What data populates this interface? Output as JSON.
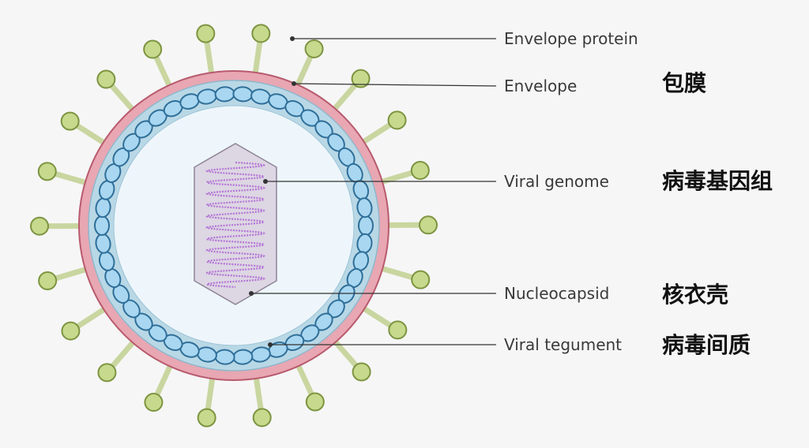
{
  "labels": {
    "envelope_protein": {
      "en": "Envelope protein"
    },
    "envelope": {
      "en": "Envelope",
      "zh": "包膜"
    },
    "viral_genome": {
      "en": "Viral genome",
      "zh": "病毒基因组"
    },
    "nucleocapsid": {
      "en": "Nucleocapsid",
      "zh": "核衣壳"
    },
    "viral_tegument": {
      "en": "Viral tegument",
      "zh": "病毒间质"
    }
  },
  "colors": {
    "background": "#f6f6f6",
    "envelope_ring": "#e8a7b2",
    "envelope_stroke": "#b85a6e",
    "tegument_fill": "#b9d8e6",
    "capsomere_fill": "#a9d7f1",
    "capsomere_stroke": "#2f6f99",
    "core_fill": "#eef6fb",
    "spike_stalk": "#c9d6a0",
    "spike_head": "#c6d98c",
    "spike_stroke": "#7d9440",
    "genome_box": "#ddd6e3",
    "genome_helix": "#b374d6",
    "leader_line": "#333333"
  }
}
